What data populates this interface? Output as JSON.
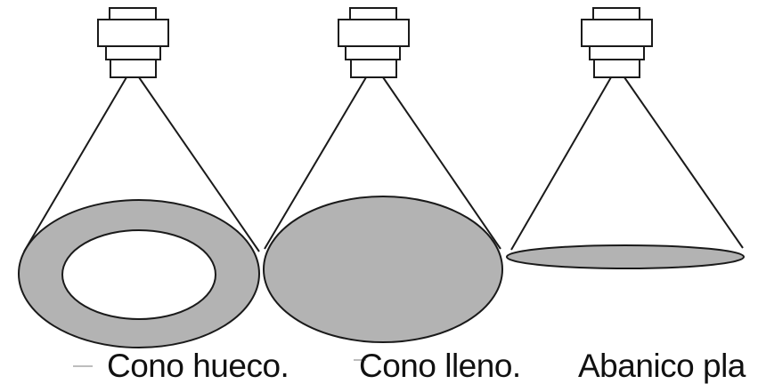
{
  "diagram": {
    "nozzles": [
      {
        "id": "hollow-cone",
        "pattern": "hollow-ring",
        "caption": "Cono hueco."
      },
      {
        "id": "full-cone",
        "pattern": "filled-ellipse",
        "caption": "Cono lleno."
      },
      {
        "id": "flat-fan",
        "pattern": "thin-ellipse",
        "caption": "Abanico pla"
      }
    ],
    "colors": {
      "spray_fill": "#b3b3b3",
      "outline": "#1a1a1a",
      "background": "#ffffff"
    }
  }
}
